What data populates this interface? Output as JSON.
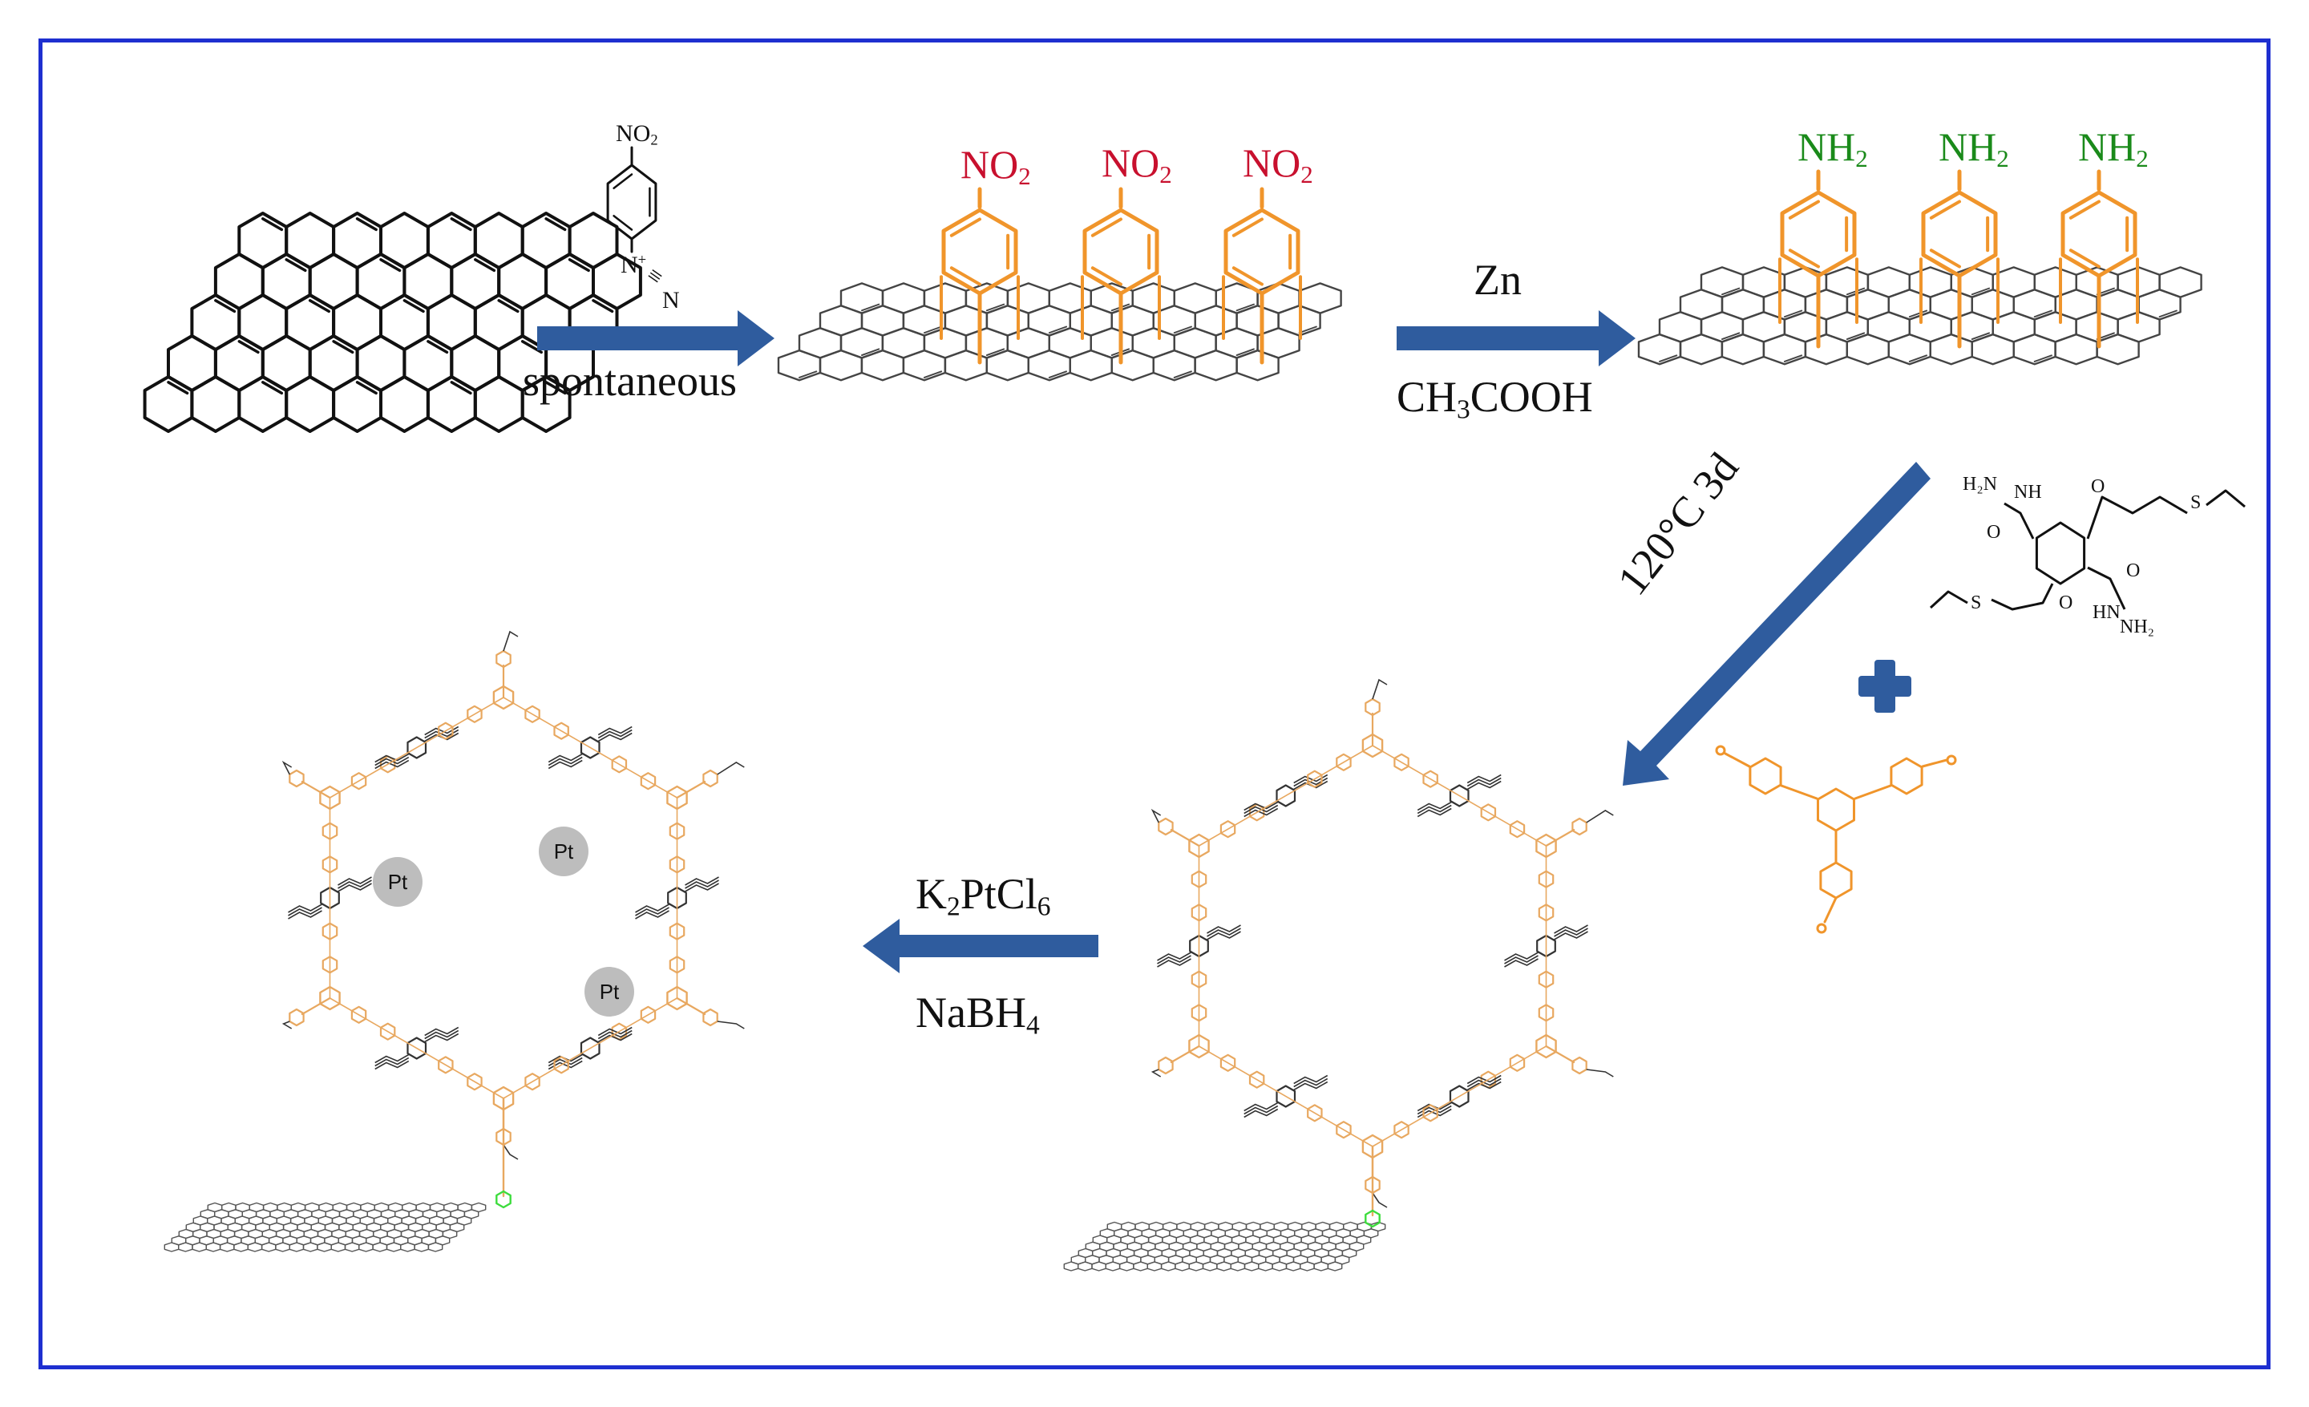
{
  "colors": {
    "frame": "#1e2fd0",
    "arrow": "#2f5c9e",
    "graphene": "#111111",
    "aryl": "#f0952b",
    "nitro": "#c8102e",
    "amine": "#1a8a1a",
    "cof_linker": "#e8a860",
    "pt_particle": "#bdbdbd",
    "anchor": "#3ddc3d"
  },
  "icons": [
    "right-arrow",
    "left-arrow",
    "diagonal-arrow",
    "plus-icon",
    "graphene-sheet",
    "benzene-ring",
    "cof-framework",
    "pt-nanoparticle"
  ],
  "labels": {
    "reagent_diazonium": {
      "top": "NO",
      "top_sub": "2",
      "plus": "+",
      "n_eq": "N",
      "triple": "≡",
      "n2": "N"
    },
    "arrow1_below": "spontaneous",
    "nitro_group": {
      "text": "NO",
      "sub": "2"
    },
    "arrow2_above": "Zn",
    "arrow2_below": {
      "a": "CH",
      "sub": "3",
      "b": "COOH"
    },
    "amine_group": {
      "text": "NH",
      "sub": "2"
    },
    "arrow3_side": "120°C   3d",
    "linker_hydrazide": {
      "h2n": "H₂N",
      "nh": "NH",
      "s": "S",
      "o": "O",
      "hn": "HN",
      "nh2": "NH₂"
    },
    "arrow4_above": {
      "a": "K",
      "sub1": "2",
      "b": "PtCl",
      "sub2": "6"
    },
    "arrow4_below": {
      "a": "NaBH",
      "sub": "4"
    },
    "pt_label": "Pt"
  }
}
